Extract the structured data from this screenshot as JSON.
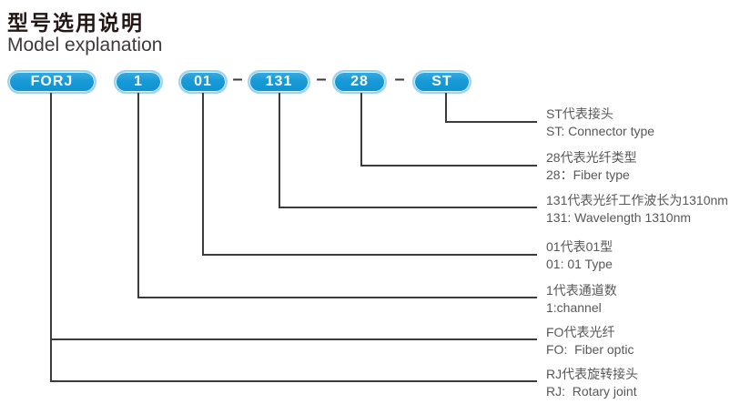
{
  "title": {
    "zh": "型号选用说明",
    "en": "Model explanation"
  },
  "model": {
    "badges": [
      {
        "label": "FORJ"
      },
      {
        "label": "1"
      },
      {
        "label": "01"
      },
      {
        "label": "131"
      },
      {
        "label": "28"
      },
      {
        "label": "ST"
      }
    ],
    "separator": "–"
  },
  "legend": [
    {
      "zh": "ST代表接头",
      "en": "ST: Connector type"
    },
    {
      "zh": "28代表光纤类型",
      "en": "28：Fiber type"
    },
    {
      "zh": "131代表光纤工作波长为1310nm",
      "en": "131: Wavelength 1310nm"
    },
    {
      "zh": "01代表01型",
      "en": "01: 01 Type"
    },
    {
      "zh": "1代表通道数",
      "en": "1:channel"
    },
    {
      "zh": "FO代表光纤",
      "en": "FO:  Fiber optic"
    },
    {
      "zh": "RJ代表旋转接头",
      "en": "RJ:  Rotary joint"
    }
  ],
  "colors": {
    "badge_fill": "#189ad7",
    "badge_border": "#9fd4ef",
    "badge_text": "#ffffff",
    "connector_line": "#3e3a39",
    "legend_text": "#595757",
    "title_text": "#231815"
  }
}
